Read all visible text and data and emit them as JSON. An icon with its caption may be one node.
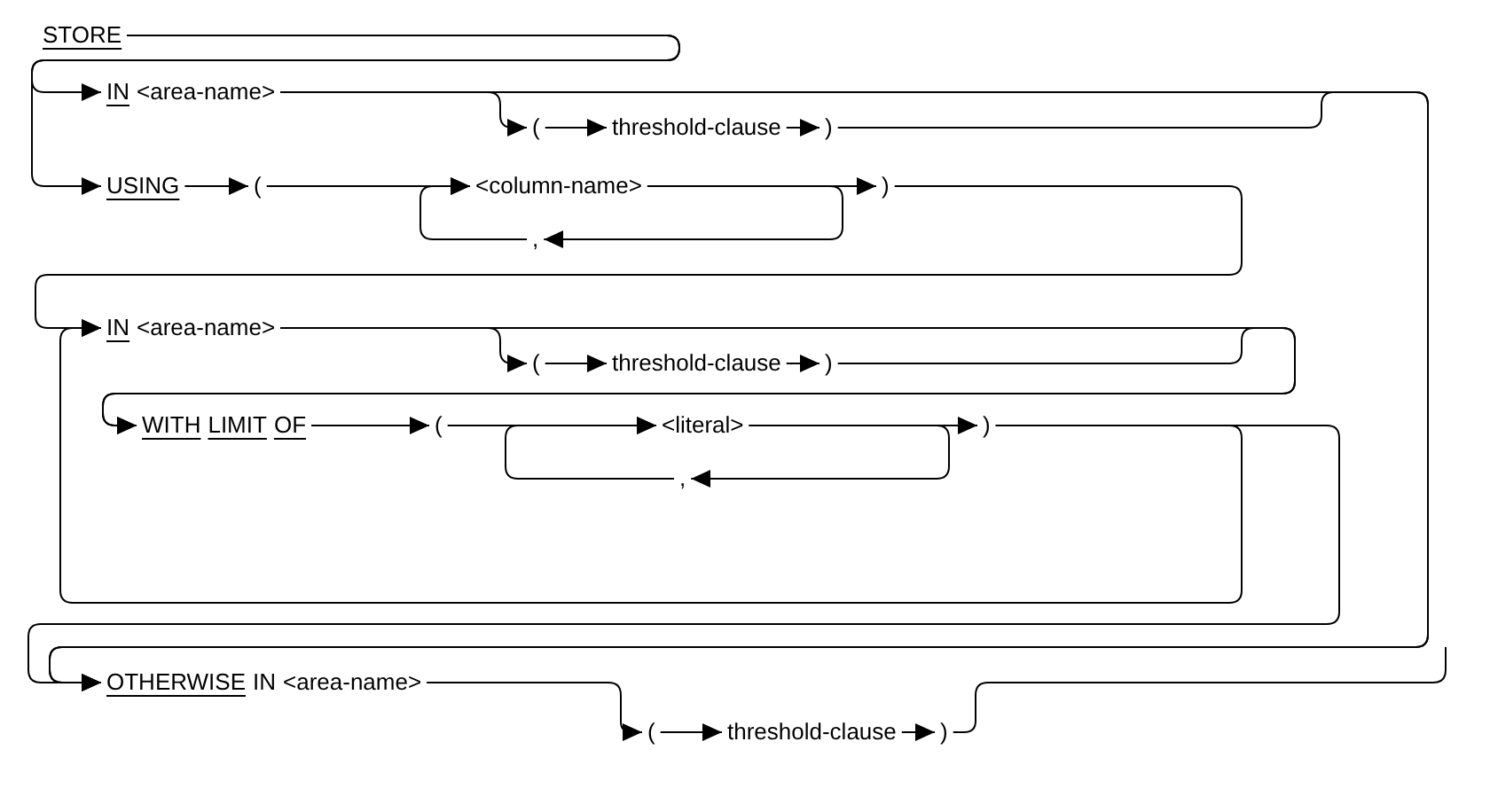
{
  "diagram": {
    "nodes": [
      {
        "text": [
          "STORE"
        ]
      },
      {
        "text": [
          "IN",
          "<area-name>"
        ]
      },
      {
        "text": [
          "("
        ]
      },
      {
        "text": [
          "threshold-clause"
        ]
      },
      {
        "text": [
          ")"
        ]
      },
      {
        "text": [
          "USING"
        ]
      },
      {
        "text": [
          "("
        ]
      },
      {
        "text": [
          "<column-name>"
        ]
      },
      {
        "text": [
          ")"
        ]
      },
      {
        "text": [
          ","
        ]
      },
      {
        "text": [
          "IN",
          "<area-name>"
        ]
      },
      {
        "text": [
          "("
        ]
      },
      {
        "text": [
          "threshold-clause"
        ]
      },
      {
        "text": [
          ")"
        ]
      },
      {
        "text": [
          "WITH",
          "LIMIT",
          "OF"
        ]
      },
      {
        "text": [
          "("
        ]
      },
      {
        "text": [
          "<literal>"
        ]
      },
      {
        "text": [
          ")"
        ]
      },
      {
        "text": [
          ","
        ]
      },
      {
        "text": [
          "OTHERWISE",
          "IN",
          "<area-name>"
        ]
      },
      {
        "text": [
          "("
        ]
      },
      {
        "text": [
          "threshold-clause"
        ]
      },
      {
        "text": [
          ")"
        ]
      }
    ],
    "edges": [
      {
        "from": 0,
        "to": 1,
        "arrow": "to"
      },
      {
        "from": 0,
        "to": 5,
        "arrow": "to"
      },
      {
        "from": 1,
        "to": 2,
        "arrow": "to"
      },
      {
        "from": 2,
        "to": 3,
        "arrow": "to"
      },
      {
        "from": 3,
        "to": 4,
        "arrow": "to"
      },
      {
        "from": 5,
        "to": 6,
        "arrow": "to"
      },
      {
        "from": 6,
        "to": 7,
        "arrow": "to"
      },
      {
        "from": 7,
        "to": 8,
        "arrow": "to"
      },
      {
        "from": 7,
        "to": 9,
        "arrow": "to"
      },
      {
        "from": 9,
        "to": 7,
        "arrow": "to"
      },
      {
        "from": 8,
        "to": 10,
        "arrow": "to"
      },
      {
        "from": 10,
        "to": 11,
        "arrow": "to"
      },
      {
        "from": 11,
        "to": 12,
        "arrow": "to"
      },
      {
        "from": 12,
        "to": 13,
        "arrow": "to"
      },
      {
        "from": 10,
        "to": 14,
        "arrow": "to"
      },
      {
        "from": 13,
        "to": 14,
        "arrow": "to"
      },
      {
        "from": 14,
        "to": 15,
        "arrow": "to"
      },
      {
        "from": 15,
        "to": 16,
        "arrow": "to"
      },
      {
        "from": 16,
        "to": 17,
        "arrow": "to"
      },
      {
        "from": 16,
        "to": 18,
        "arrow": "to"
      },
      {
        "from": 18,
        "to": 16,
        "arrow": "to"
      },
      {
        "from": 17,
        "to": 10,
        "arrow": "to"
      },
      {
        "from": 17,
        "to": 19,
        "arrow": "to"
      },
      {
        "from": 1,
        "to": 19,
        "arrow": "to"
      },
      {
        "from": 4,
        "to": 19,
        "arrow": "to"
      },
      {
        "from": 19,
        "to": 20,
        "arrow": "to"
      },
      {
        "from": 20,
        "to": 21,
        "arrow": "to"
      },
      {
        "from": 21,
        "to": 22,
        "arrow": "to"
      },
      {
        "from": 22,
        "to": null,
        "arrow": "none"
      }
    ]
  }
}
